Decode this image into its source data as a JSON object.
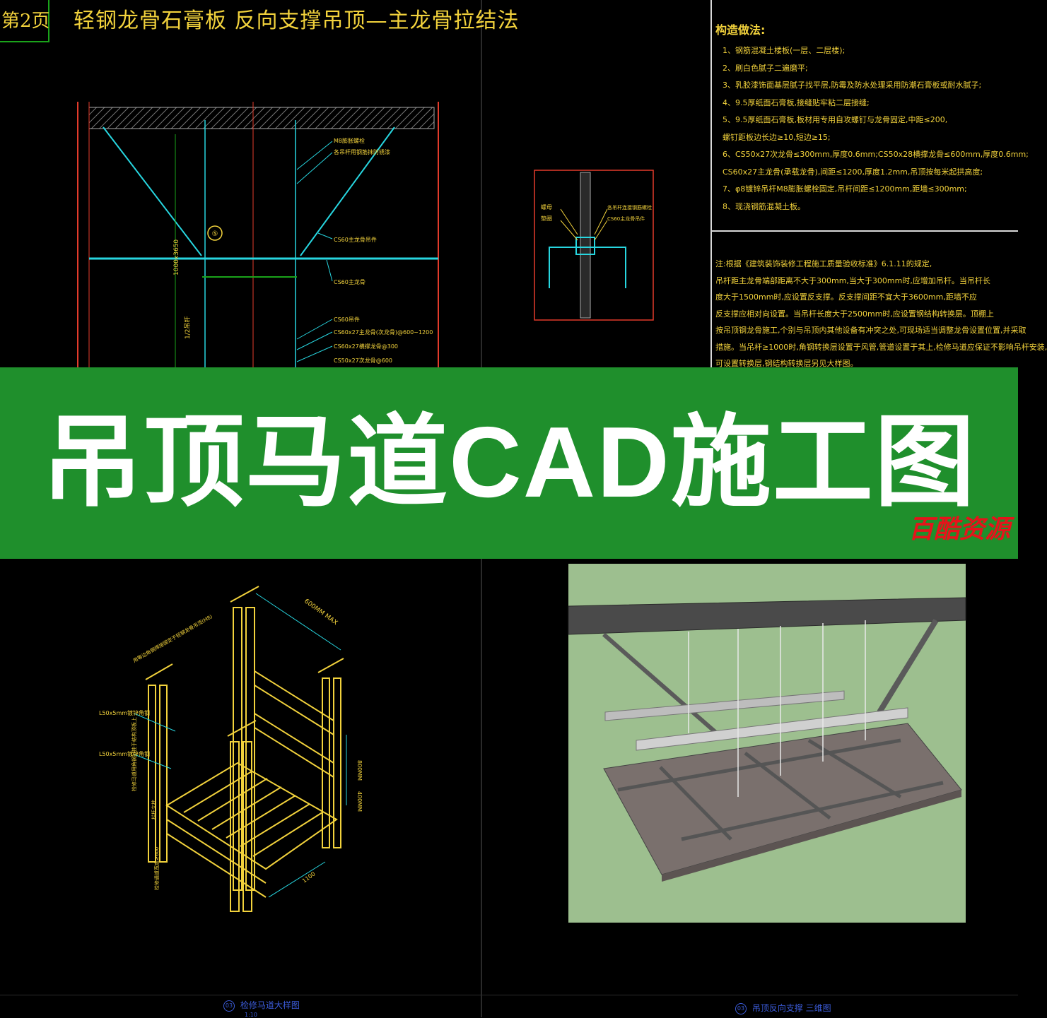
{
  "header": {
    "page_tag": "第2页",
    "drawing_title": "轻钢龙骨石膏板 反向支撑吊顶—主龙骨拉结法"
  },
  "section_drawing": {
    "labels": [
      "M8膨胀螺栓",
      "各吊杆用钢筋抹防锈漆",
      "CS60主龙骨吊件",
      "CS60主龙骨",
      "CS60吊件",
      "CS60x27主龙骨(次龙骨)@600~1200",
      "CS60x27横撑龙骨@300",
      "CS50x27次龙骨@600"
    ],
    "dims": [
      "1000x3650",
      "1/2吊杆"
    ],
    "bubble": "⑤"
  },
  "detail_drawing": {
    "labels_left": [
      "螺母",
      "垫圈"
    ],
    "labels_right": [
      "各吊杆连接钢筋螺栓",
      "CS60主龙骨吊件"
    ]
  },
  "notes": {
    "heading": "构造做法:",
    "items": [
      "1、钢筋混凝土楼板(一层、二层楼);",
      "2、刷白色腻子二遍磨平;",
      "3、乳胶漆饰面基层腻子找平层,防霉及防水处理采用防潮石膏板或耐水腻子;",
      "4、9.5厚纸面石膏板,接缝贴牢粘二层接缝;",
      "5、9.5厚纸面石膏板,板材用专用自攻螺钉与龙骨固定,中距≤200,",
      "    螺钉距板边长边≥10,短边≥15;",
      "6、CS50x27次龙骨≤300mm,厚度0.6mm;CS50x28横撑龙骨≤600mm,厚度0.6mm;",
      "    CS60x27主龙骨(承载龙骨),间距≤1200,厚度1.2mm,吊顶按每米起拱高度;",
      "7、φ8镀锌吊杆M8膨胀螺栓固定,吊杆间距≤1200mm,距墙≤300mm;",
      "8、现浇钢筋混凝土板。"
    ],
    "note_items": [
      "注:根据《建筑装饰装修工程施工质量验收标准》6.1.11的规定,",
      "    吊杆距主龙骨端部距离不大于300mm,当大于300mm时,应增加吊杆。当吊杆长",
      "    度大于1500mm时,应设置反支撑。反支撑间距不宜大于3600mm,距墙不应",
      "    反支撑应相对向设置。当吊杆长度大于2500mm时,应设置钢结构转换层。顶棚上",
      "    按吊顶钢龙骨施工,个别与吊顶内其他设备有冲突之处,可现场适当调整龙骨设置位置,并采取",
      "    措施。当吊杆≥1000时,角钢转换层设置于风管,管道设置于其上,检修马道应保证不影响吊杆安装,",
      "    可设置转换层,钢结构转换层另见大样图。"
    ]
  },
  "walkway_drawing": {
    "labels": [
      "L50x5mm镀锌角钢",
      "L50x5mm镀锌角钢"
    ],
    "dims": [
      "600MM MAX",
      "800MM",
      "400MM",
      "1100"
    ],
    "diag_labels": [
      "用等边角钢焊接固定于轻钢龙骨吊顶(M8)",
      "检修马道用角钢吊挂于结构顶板上",
      "栏杆立柱",
      "检修通道宽度≥600"
    ]
  },
  "banner": {
    "title": "吊顶马道CAD施工图",
    "watermark": "百酷资源",
    "color": "#1f8f2c"
  },
  "captions": [
    {
      "num": "03",
      "text": "检修马道大样图",
      "sub": "1:10"
    },
    {
      "num": "03",
      "text": "吊顶反向支撑 三维图",
      "sub": ""
    }
  ],
  "colors": {
    "cad_yellow": "#f2d23c",
    "cad_cyan": "#27d6e0",
    "cad_red": "#e33b2b",
    "cad_green": "#1aa31a",
    "render_bg": "#9dbf8f"
  }
}
